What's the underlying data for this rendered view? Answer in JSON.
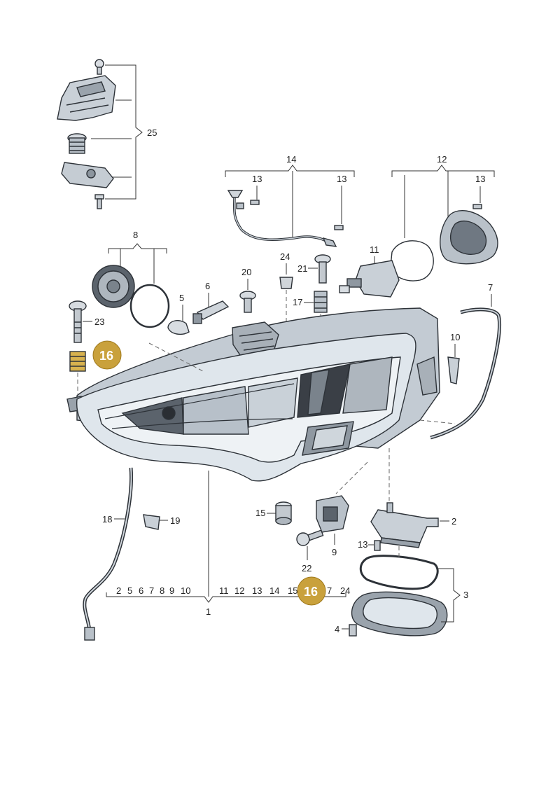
{
  "labels": {
    "n1": "1",
    "n2": "2",
    "n3": "3",
    "n4": "4",
    "n5": "5",
    "n6": "6",
    "n7": "7",
    "n8": "8",
    "n9": "9",
    "n10": "10",
    "n11": "11",
    "n12": "12",
    "n13": "13",
    "n14": "14",
    "n15": "15",
    "n16": "16",
    "n17": "17",
    "n18": "18",
    "n19": "19",
    "n20": "20",
    "n21": "21",
    "n22": "22",
    "n23": "23",
    "n24": "24",
    "n25": "25"
  },
  "kit_row_1": [
    "2",
    "5",
    "6",
    "7",
    "8",
    "9",
    "10",
    "11",
    "12",
    "13",
    "14",
    "15",
    "7",
    "24"
  ],
  "highlight": {
    "label": "16",
    "color": "#c9a13c"
  },
  "colors": {
    "housing_fill": "#dfe6ec",
    "lens_fill": "#cdd7e0",
    "dark_fill": "#3a3f46",
    "line": "#2d3238"
  }
}
